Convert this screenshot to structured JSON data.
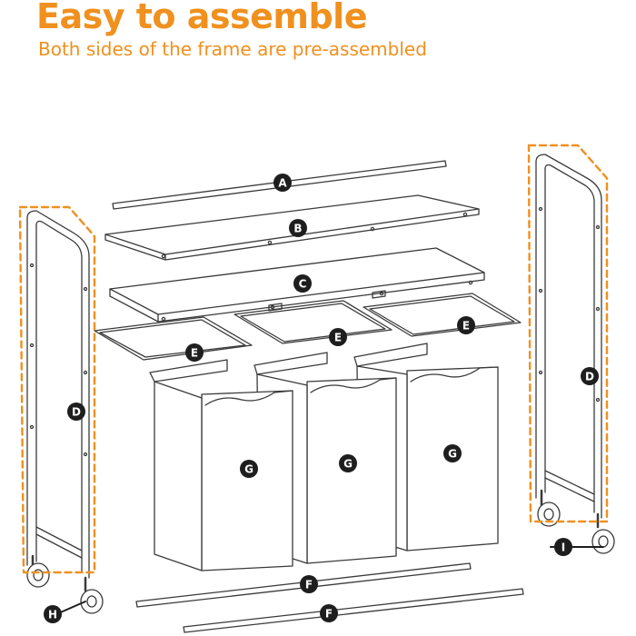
{
  "header": {
    "title": "Easy to assemble",
    "subtitle": "Both sides of the frame are pre-assembled"
  },
  "colors": {
    "accent": "#f0901e",
    "line": "#3a3a3a",
    "label_bg": "#1e1e1e",
    "label_text": "#ffffff"
  },
  "parts": {
    "a": "A",
    "b": "B",
    "c": "C",
    "d_left": "D",
    "d_right": "D",
    "e_left": "E",
    "e_middle": "E",
    "e_right": "E",
    "g_left": "G",
    "g_middle": "G",
    "g_right": "G",
    "f_top": "F",
    "f_bottom": "F",
    "h": "H",
    "i": "I"
  }
}
